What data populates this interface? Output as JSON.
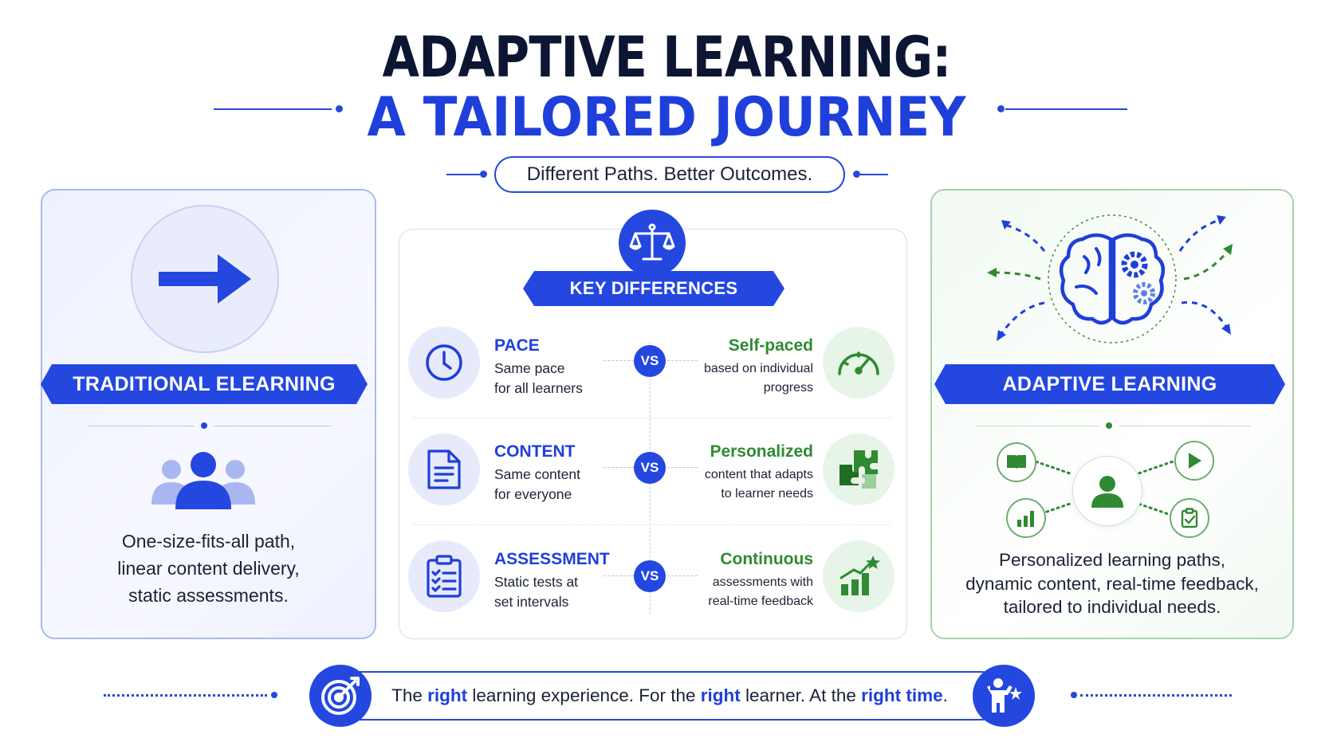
{
  "header": {
    "title_line1": "ADAPTIVE LEARNING:",
    "title_line2": "A TAILORED JOURNEY",
    "subtitle": "Different Paths. Better Outcomes."
  },
  "left_panel": {
    "icon": "arrow-right-icon",
    "heading": "TRADITIONAL ELEARNING",
    "people_icon": "people-group-icon",
    "description_lines": [
      "One-size-fits-all path,",
      "linear content delivery,",
      "static assessments."
    ]
  },
  "center": {
    "icon": "balance-scale-icon",
    "heading": "KEY DIFFERENCES",
    "vs_label": "VS",
    "rows": [
      {
        "left_icon": "clock-icon",
        "title": "PACE",
        "desc_lines": [
          "Same pace",
          "for all learners"
        ],
        "right_title": "Self-paced",
        "right_desc_lines": [
          "based on individual",
          "progress"
        ],
        "right_icon": "speedometer-icon"
      },
      {
        "left_icon": "document-icon",
        "title": "CONTENT",
        "desc_lines": [
          "Same content",
          "for everyone"
        ],
        "right_title": "Personalized",
        "right_desc_lines": [
          "content that adapts",
          "to learner needs"
        ],
        "right_icon": "puzzle-icon"
      },
      {
        "left_icon": "clipboard-checklist-icon",
        "title": "ASSESSMENT",
        "desc_lines": [
          "Static tests at",
          "set intervals"
        ],
        "right_title": "Continuous",
        "right_desc_lines": [
          "assessments with",
          "real-time feedback"
        ],
        "right_icon": "growth-chart-star-icon"
      }
    ]
  },
  "right_panel": {
    "icon": "brain-gears-icon",
    "heading": "ADAPTIVE LEARNING",
    "network_icons": [
      "book-icon",
      "play-icon",
      "bar-chart-icon",
      "checklist-icon",
      "learner-icon"
    ],
    "description_lines": [
      "Personalized learning paths,",
      "dynamic content, real-time feedback,",
      "tailored to individual needs."
    ]
  },
  "banner": {
    "left_icon": "target-icon",
    "right_icon": "person-star-icon",
    "parts": [
      "The ",
      "right",
      " learning experience. For the ",
      "right",
      " learner. At the ",
      "right time",
      "."
    ]
  },
  "colors": {
    "primary_blue": "#2447e0",
    "dark_navy": "#0c1633",
    "accent_green": "#2f8a32"
  }
}
